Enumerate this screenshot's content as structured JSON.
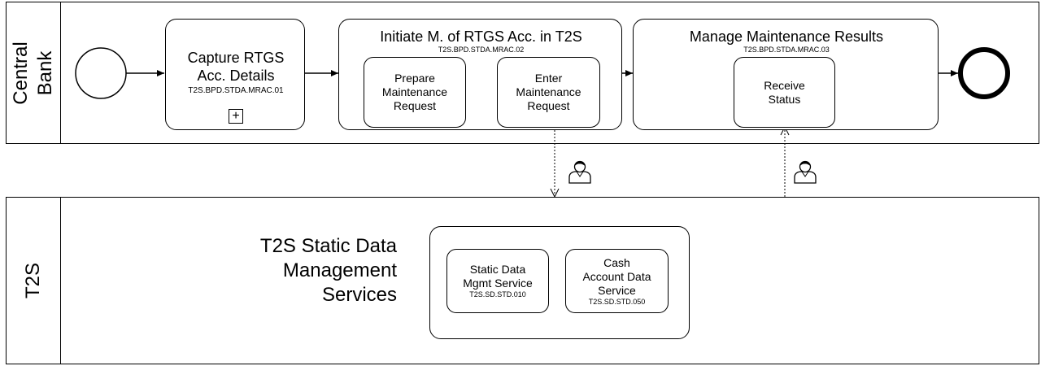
{
  "pools": {
    "central_bank": {
      "label_line1": "Central",
      "label_line2": "Bank"
    },
    "t2s": {
      "label": "T2S"
    }
  },
  "tasks": {
    "capture": {
      "title_line1": "Capture RTGS",
      "title_line2": "Acc. Details",
      "code": "T2S.BPD.STDA.MRAC.01",
      "marker": "+"
    },
    "initiate": {
      "title": "Initiate M. of RTGS Acc. in T2S",
      "code": "T2S.BPD.STDA.MRAC.02",
      "sub1": {
        "line1": "Prepare",
        "line2": "Maintenance",
        "line3": "Request"
      },
      "sub2": {
        "line1": "Enter",
        "line2": "Maintenance",
        "line3": "Request"
      }
    },
    "manage": {
      "title": "Manage Maintenance Results",
      "code": "T2S.BPD.STDA.MRAC.03",
      "sub1": {
        "line1": "Receive",
        "line2": "Status"
      }
    }
  },
  "services": {
    "title_line1": "T2S Static Data",
    "title_line2": "Management",
    "title_line3": "Services",
    "static_data": {
      "line1": "Static Data",
      "line2": "Mgmt Service",
      "code": "T2S.SD.STD.010"
    },
    "cash_account": {
      "line1": "Cash",
      "line2": "Account Data",
      "line3": "Service",
      "code": "T2S.SD.STD.050"
    }
  },
  "icons": {
    "user": "user-icon",
    "start": "start-event-icon",
    "end": "end-event-icon"
  },
  "colors": {
    "stroke": "#000000",
    "background": "#ffffff"
  }
}
